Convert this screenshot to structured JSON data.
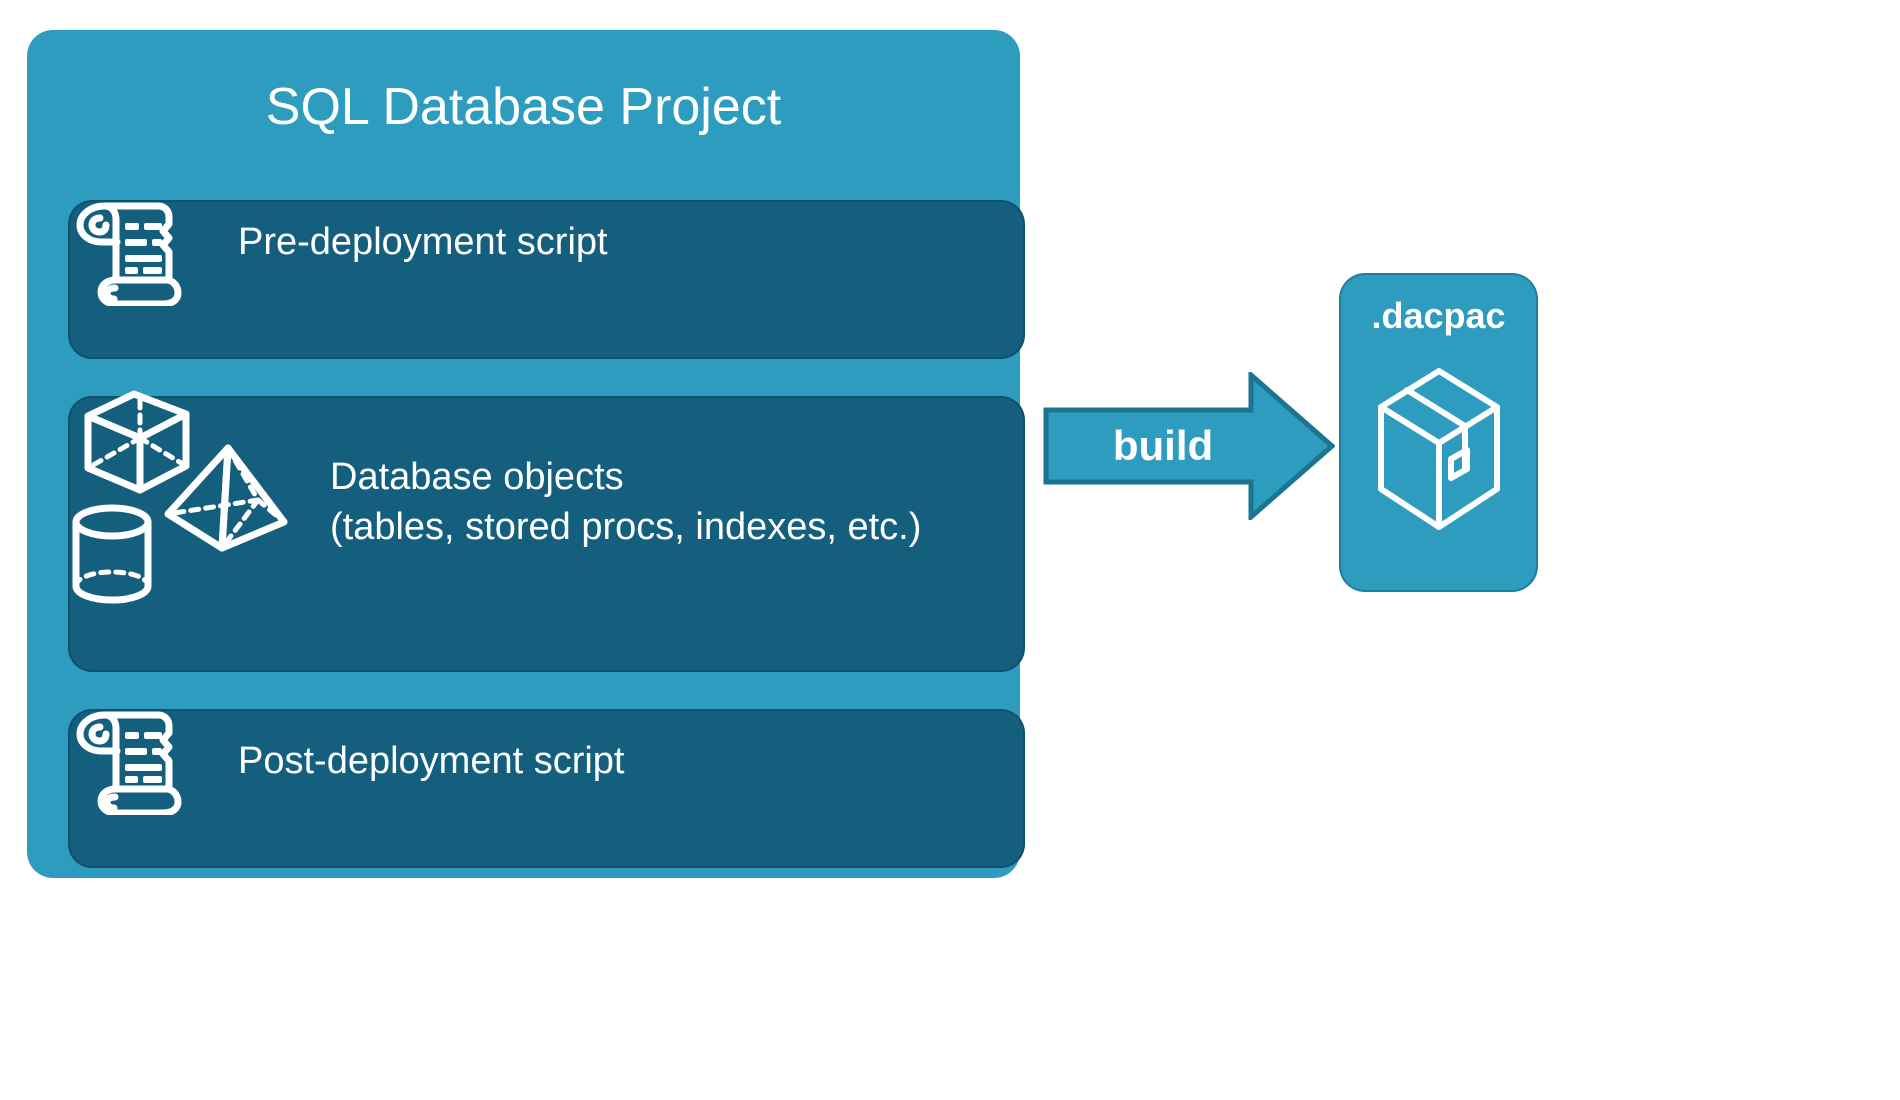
{
  "diagram": {
    "title_note": "SQL Database Project build flow",
    "colors": {
      "container_teal": "#2d9cbe",
      "card_dark_teal": "#155f7e",
      "card_border": "#10506c",
      "arrow_fill": "#2d9cbe",
      "arrow_stroke": "#1b7490",
      "icon_white": "#ffffff",
      "page_background": "#ffffff"
    }
  },
  "project": {
    "title": "SQL Database Project",
    "items": [
      {
        "id": "pre-deployment",
        "label": "Pre-deployment script",
        "icon": "scroll-icon"
      },
      {
        "id": "database-objects",
        "label_line1": "Database objects",
        "label_line2": "(tables, stored procs, indexes, etc.)",
        "icons": [
          "cube-icon",
          "pyramid-icon",
          "cylinder-icon"
        ]
      },
      {
        "id": "post-deployment",
        "label": "Post-deployment script",
        "icon": "scroll-icon"
      }
    ]
  },
  "flow": {
    "arrow_label": "build",
    "arrow_icon": "right-arrow-icon"
  },
  "output": {
    "title": ".dacpac",
    "icon": "package-box-icon"
  }
}
